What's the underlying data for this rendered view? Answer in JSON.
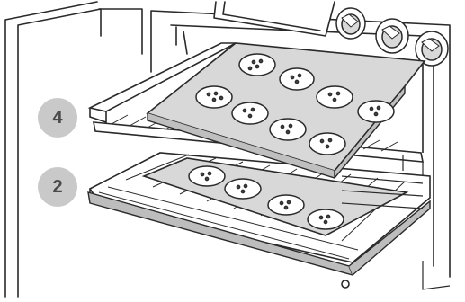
{
  "figure": {
    "subject": "oven-rack-levels",
    "icons": [
      "oven-illustration",
      "control-knob-icon",
      "baking-tray",
      "cookie-icon",
      "oven-rack"
    ]
  },
  "rack_labels": [
    {
      "level": "4"
    },
    {
      "level": "2"
    }
  ],
  "colors": {
    "badge_fill": "#c9c9c9",
    "badge_text": "#4a4a4a",
    "tray_fill": "#d8d8d8",
    "line": "#2a2a2a"
  }
}
